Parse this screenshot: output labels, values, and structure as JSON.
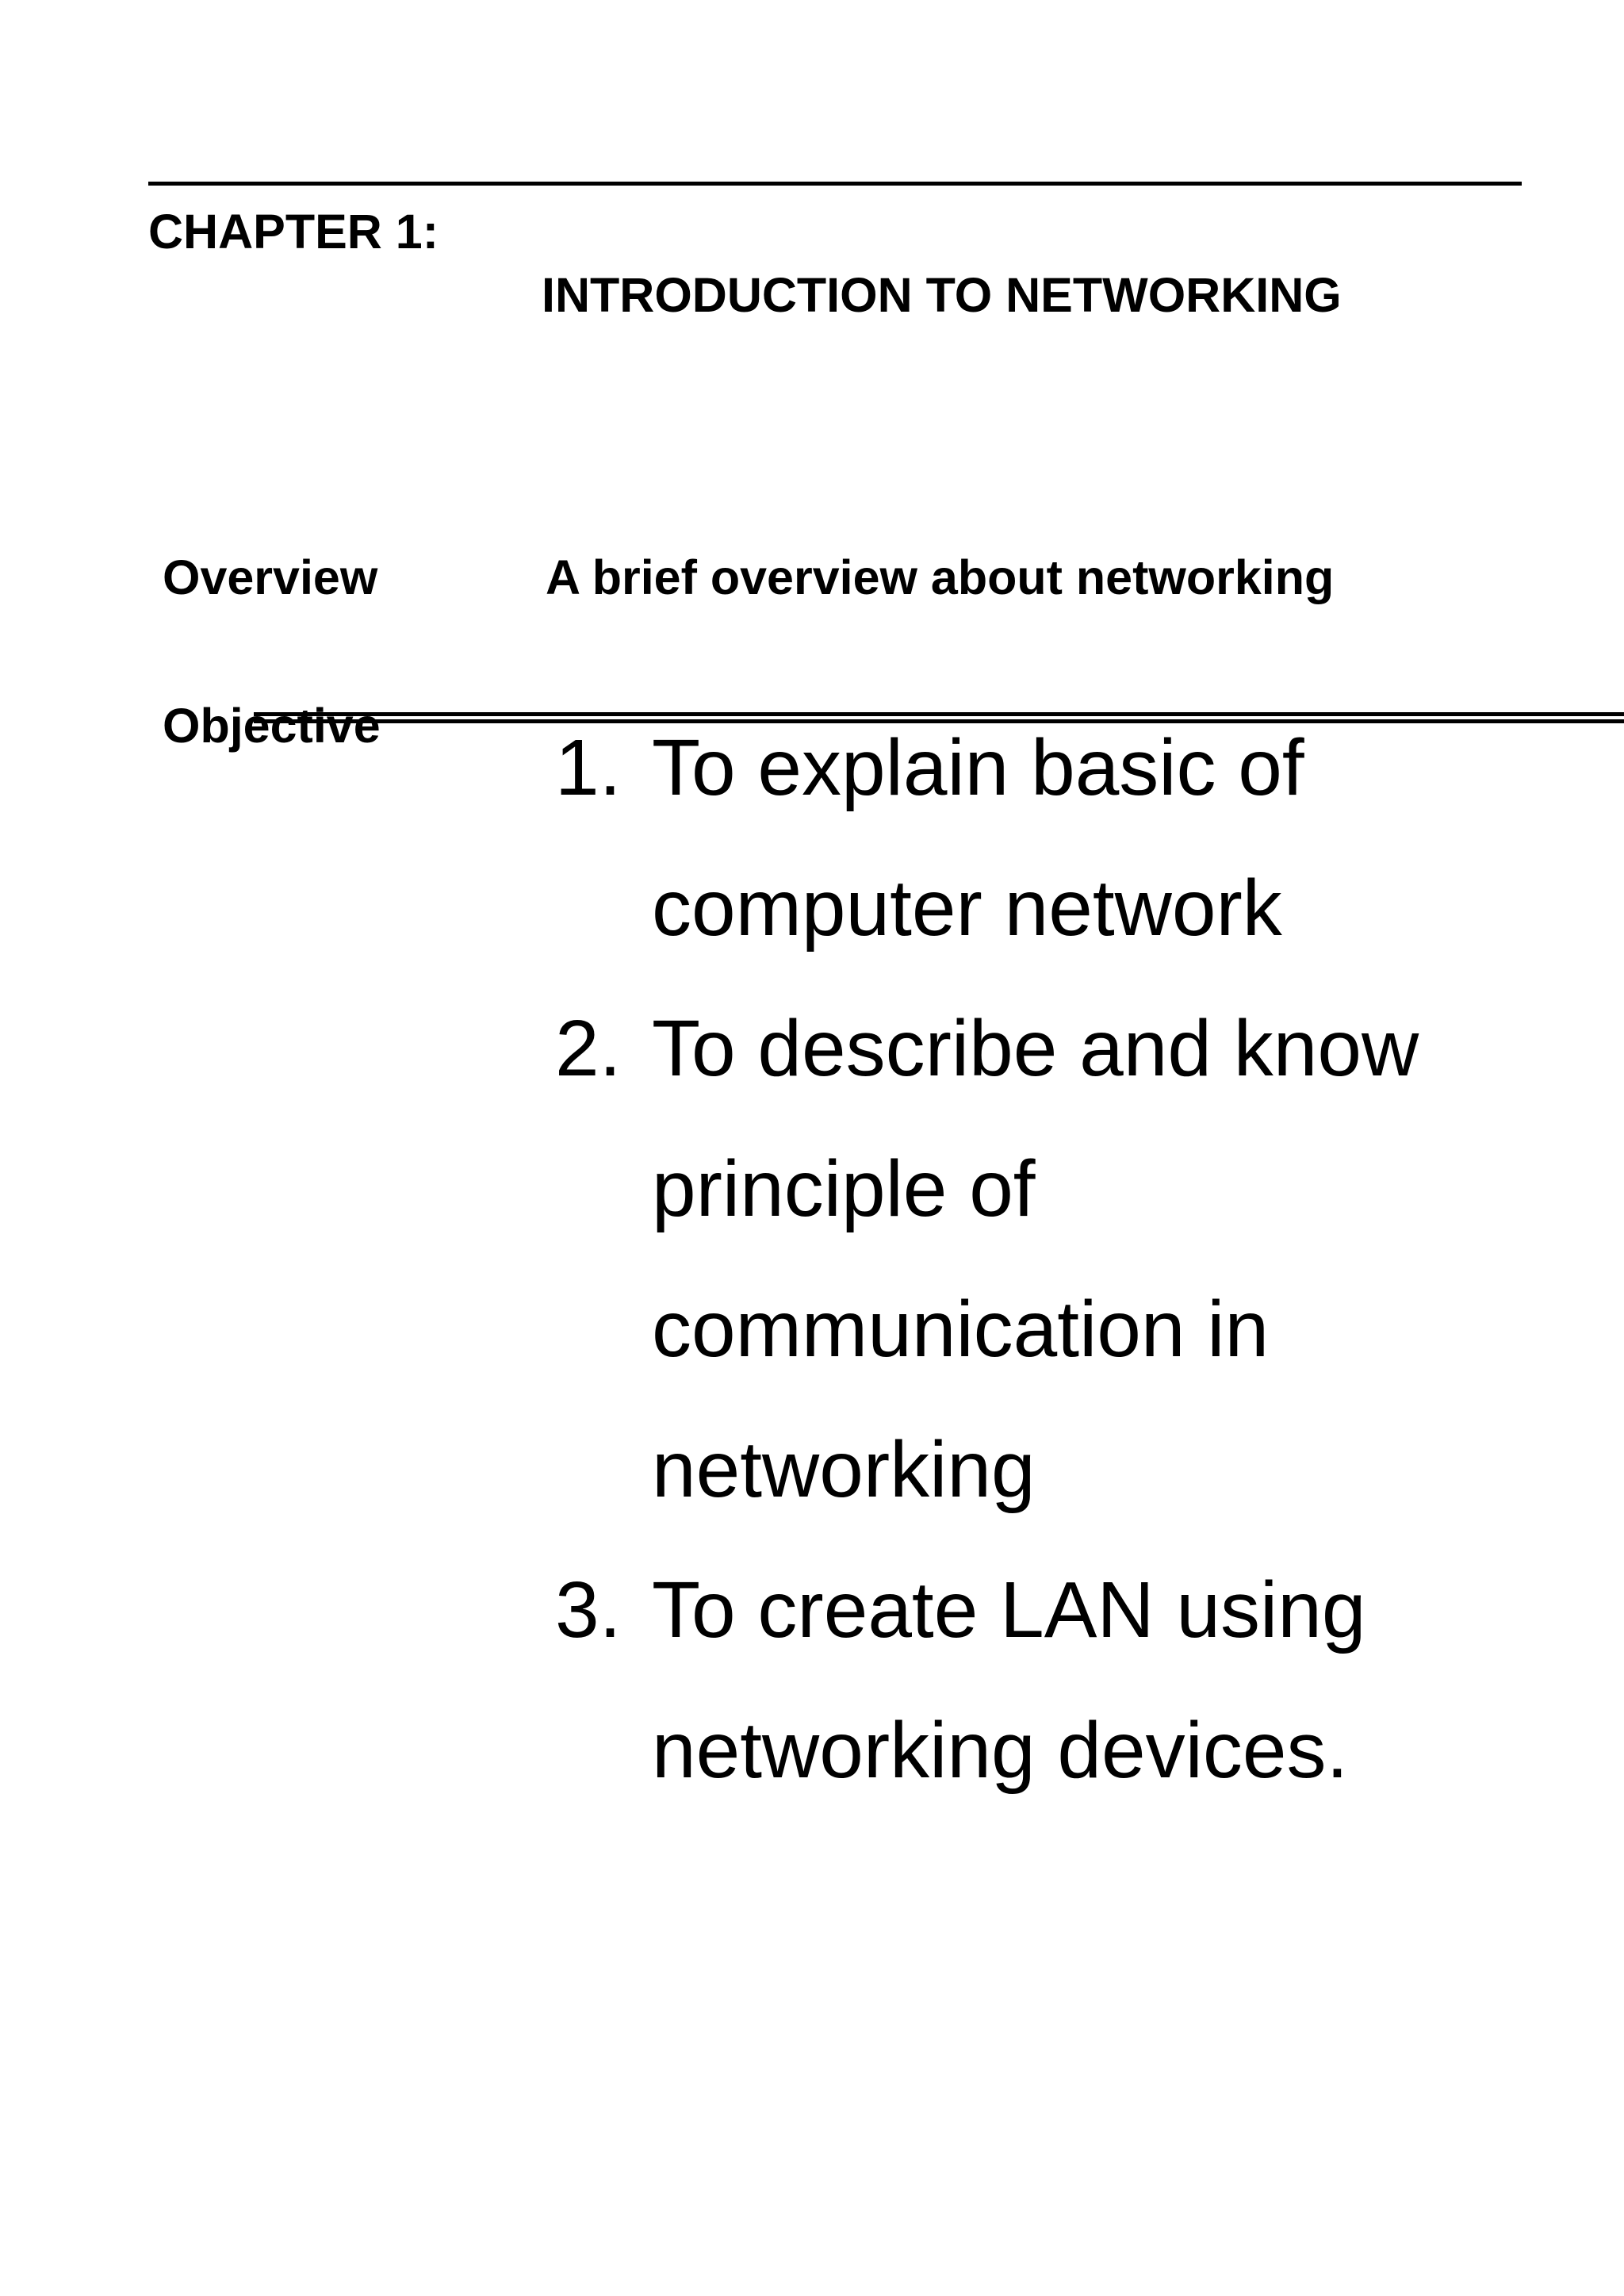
{
  "chapter": {
    "label": "CHAPTER 1:",
    "title": "INTRODUCTION TO NETWORKING"
  },
  "overview": {
    "label": "Overview",
    "text": "A brief overview about networking"
  },
  "objective": {
    "label": "Objective",
    "items": [
      {
        "number": "1.",
        "lines": [
          "To explain basic of",
          "computer network"
        ]
      },
      {
        "number": "2.",
        "lines": [
          "To describe and know",
          "principle of",
          "communication in",
          "networking"
        ]
      },
      {
        "number": "3.",
        "lines": [
          "To create LAN using",
          "networking devices."
        ]
      }
    ]
  }
}
